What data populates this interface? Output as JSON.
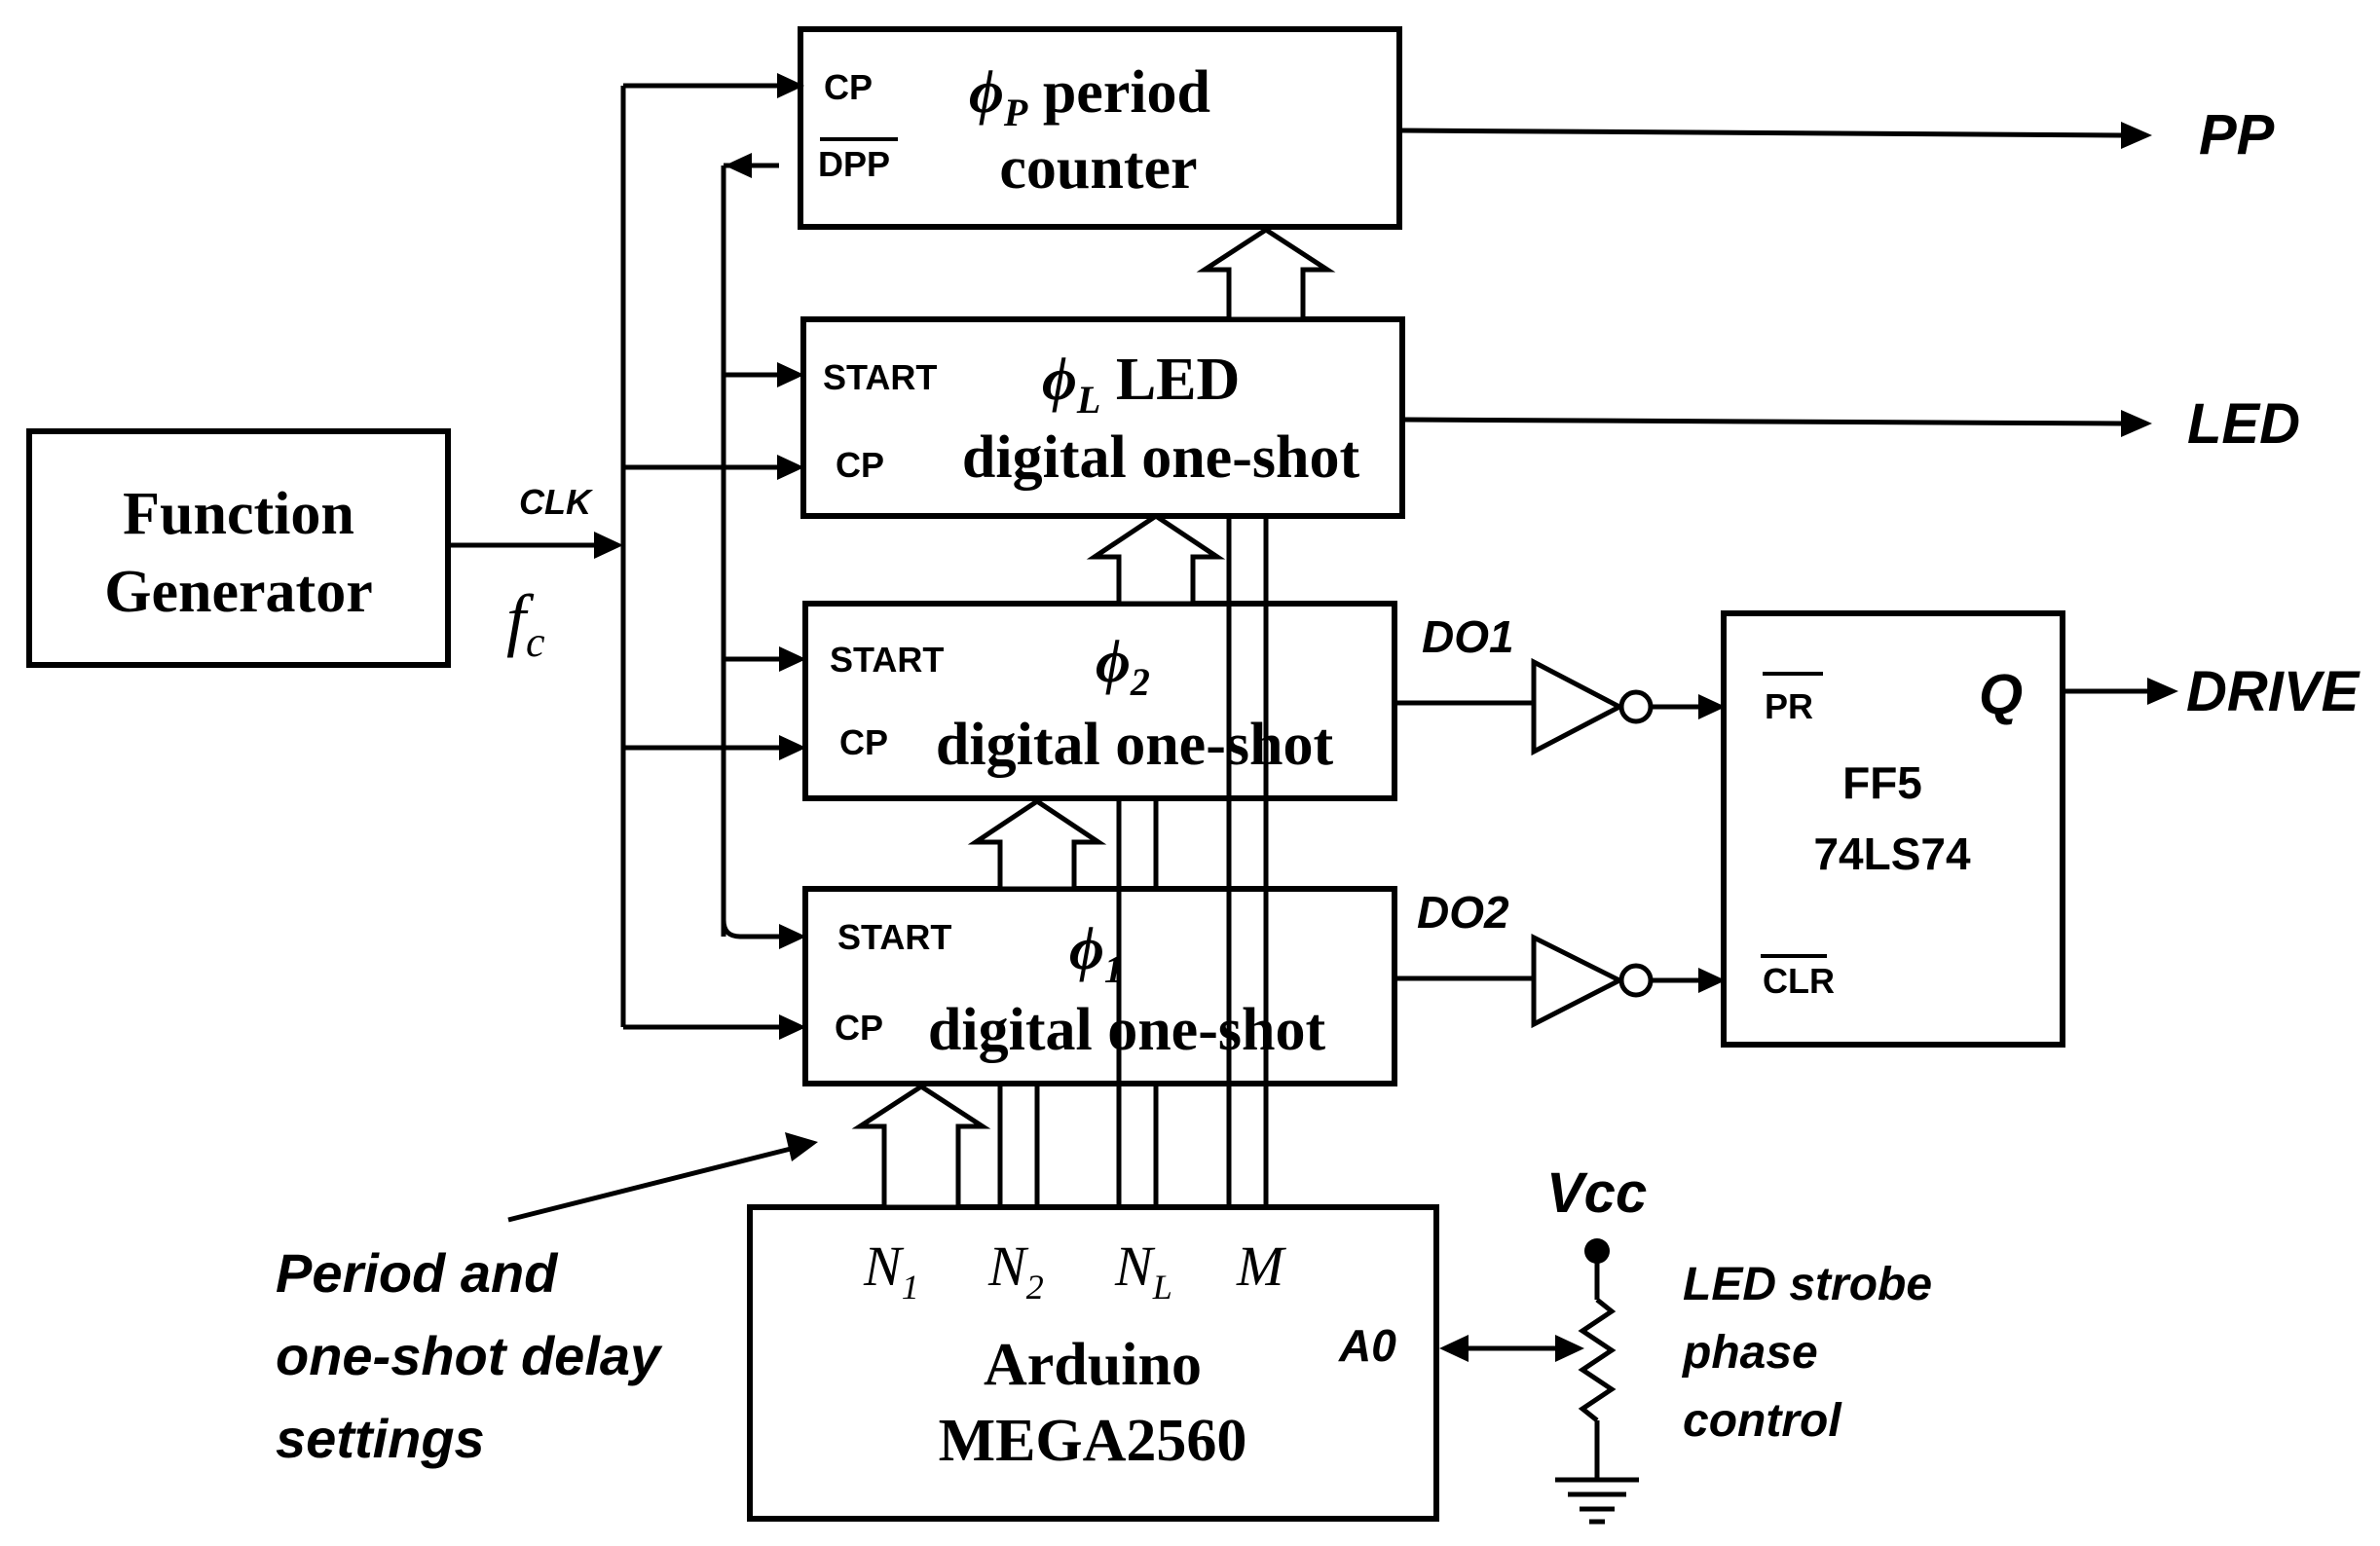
{
  "function_generator": {
    "line1": "Function",
    "line2": "Generator",
    "clk_label": "CLK",
    "fc_symbol": "f",
    "fc_sub": "c"
  },
  "period_counter": {
    "cp_pin": "CP",
    "dpp_pin": "DPP",
    "phi": "ϕ",
    "phi_sub": "P",
    "title_line1": " period",
    "title_line2": "counter",
    "output": "PP"
  },
  "led_oneshot": {
    "start_pin": "START",
    "cp_pin": "CP",
    "phi": "ϕ",
    "phi_sub": "L",
    "title_line1": " LED",
    "title_line2": "digital one-shot",
    "output": "LED"
  },
  "oneshot2": {
    "start_pin": "START",
    "cp_pin": "CP",
    "phi": "ϕ",
    "phi_sub": "2",
    "title_line2": "digital one-shot",
    "output_label": "DO1"
  },
  "oneshot1": {
    "start_pin": "START",
    "cp_pin": "CP",
    "phi": "ϕ",
    "phi_sub": "1",
    "title_line2": "digital one-shot",
    "output_label": "DO2"
  },
  "flipflop": {
    "pr_pin": "PR",
    "clr_pin": "CLR",
    "q_pin": "Q",
    "name": "FF5",
    "part": "74LS74",
    "output": "DRIVE"
  },
  "arduino": {
    "n1": "N",
    "n1_sub": "1",
    "n2": "N",
    "n2_sub": "2",
    "nl": "N",
    "nl_sub": "L",
    "m": "M",
    "a0_pin": "A0",
    "line1": "Arduino",
    "line2": "MEGA2560"
  },
  "annotation": {
    "line1": "Period and",
    "line2": "one-shot delay",
    "line3": "settings"
  },
  "pot": {
    "vcc": "Vcc",
    "label_line1": "LED strobe",
    "label_line2": "phase",
    "label_line3": "control"
  }
}
